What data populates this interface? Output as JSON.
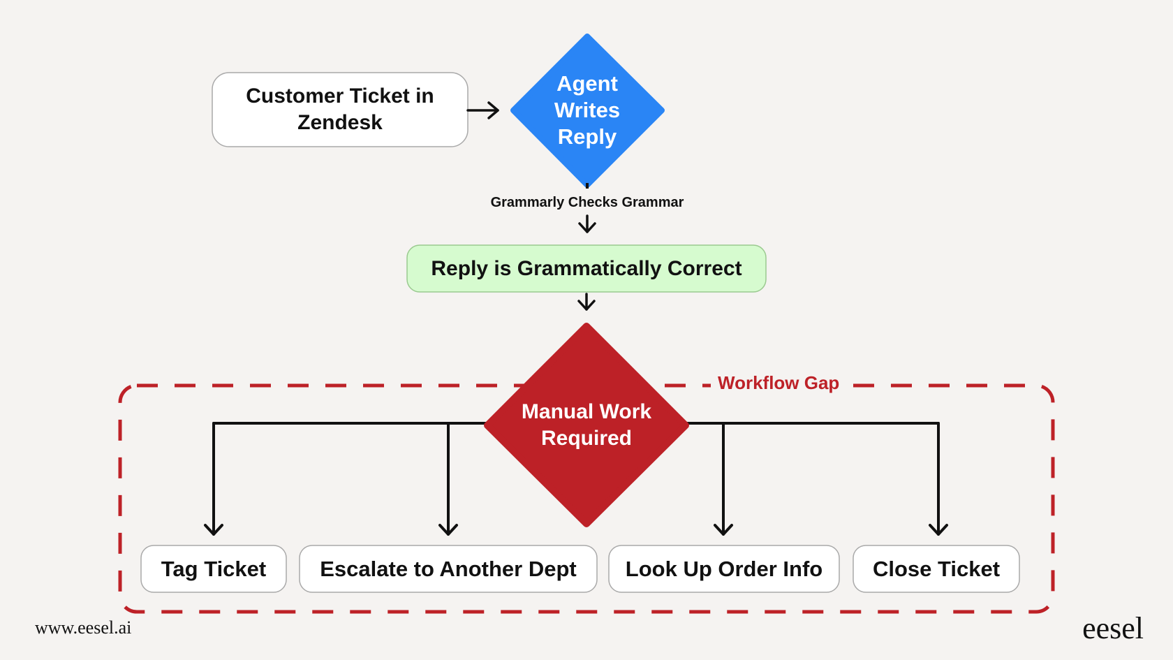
{
  "diagram": {
    "nodes": {
      "customer_ticket": "Customer Ticket in Zendesk",
      "agent_writes": "Agent Writes Reply",
      "reply_correct": "Reply is Grammatically Correct",
      "manual_work": "Manual Work Required",
      "tag_ticket": "Tag Ticket",
      "escalate": "Escalate to Another Dept",
      "lookup": "Look Up Order Info",
      "close_ticket": "Close Ticket"
    },
    "edge_label": "Grammarly Checks Grammar",
    "group_label": "Workflow Gap"
  },
  "colors": {
    "background": "#f5f3f1",
    "agent_diamond": "#2a85f5",
    "manual_diamond": "#bd2127",
    "green_box": "#d6fbcf",
    "gap_border": "#bd2127"
  },
  "footer": {
    "url": "www.eesel.ai",
    "brand": "eesel"
  }
}
